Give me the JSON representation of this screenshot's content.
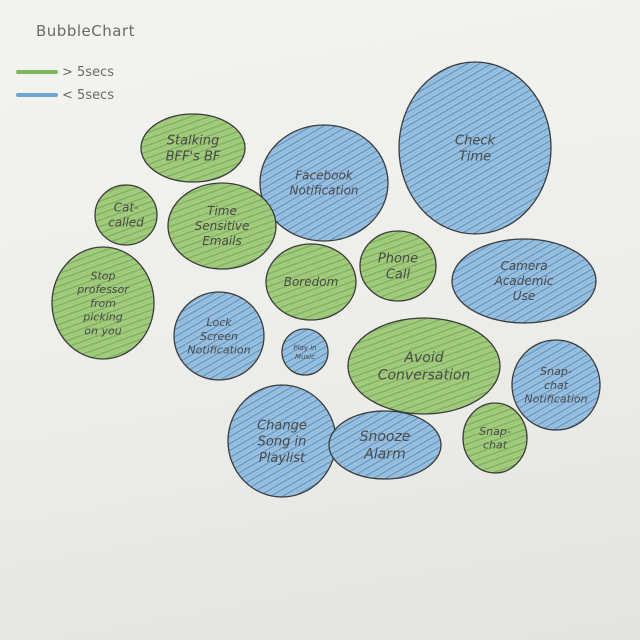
{
  "chart_data": {
    "type": "bubble",
    "title": "BubbleChart",
    "legend": {
      "placement": "top-left",
      "entries": [
        {
          "label": "> 5secs",
          "color": "#7fb65a"
        },
        {
          "label": "< 5secs",
          "color": "#6fa7d2"
        }
      ]
    },
    "bubbles": [
      {
        "label": [
          "Stalking",
          "BFF's BF"
        ],
        "group": "> 5secs"
      },
      {
        "label": [
          "Facebook",
          "Notification"
        ],
        "group": "< 5secs"
      },
      {
        "label": [
          "Check",
          "Time"
        ],
        "group": "< 5secs"
      },
      {
        "label": [
          "Cat-",
          "called"
        ],
        "group": "> 5secs"
      },
      {
        "label": [
          "Time",
          "Sensitive",
          "Emails"
        ],
        "group": "> 5secs"
      },
      {
        "label": [
          "Stop",
          "professor",
          "from",
          "picking",
          "on you"
        ],
        "group": "> 5secs"
      },
      {
        "label": [
          "Boredom"
        ],
        "group": "> 5secs"
      },
      {
        "label": [
          "Phone",
          "Call"
        ],
        "group": "> 5secs"
      },
      {
        "label": [
          "Camera",
          "Academic",
          "Use"
        ],
        "group": "< 5secs"
      },
      {
        "label": [
          "Lock",
          "Screen",
          "Notification"
        ],
        "group": "< 5secs"
      },
      {
        "label": [
          "Play in",
          "Music"
        ],
        "group": "< 5secs"
      },
      {
        "label": [
          "Avoid",
          "Conversation"
        ],
        "group": "> 5secs"
      },
      {
        "label": [
          "Snap-",
          "chat",
          "Notification"
        ],
        "group": "< 5secs"
      },
      {
        "label": [
          "Change",
          "Song in",
          "Playlist"
        ],
        "group": "< 5secs"
      },
      {
        "label": [
          "Snooze",
          "Alarm"
        ],
        "group": "< 5secs"
      },
      {
        "label": [
          "Snap-",
          "chat"
        ],
        "group": "> 5secs"
      }
    ]
  }
}
